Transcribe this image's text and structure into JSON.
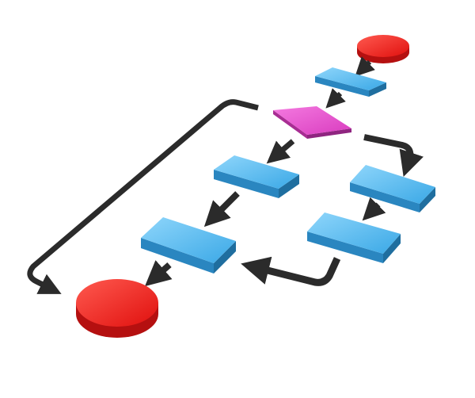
{
  "diagram": {
    "type": "flowchart",
    "colors": {
      "terminal": "#e8201e",
      "process": "#4fb7ee",
      "decision": "#e34fc9",
      "connector": "#2b2b2b"
    },
    "nodes": [
      {
        "id": "start",
        "shape": "circle"
      },
      {
        "id": "step-1",
        "shape": "rectangle"
      },
      {
        "id": "decision",
        "shape": "diamond"
      },
      {
        "id": "step-left-1",
        "shape": "rectangle"
      },
      {
        "id": "step-right-1",
        "shape": "rectangle"
      },
      {
        "id": "step-right-2",
        "shape": "rectangle"
      },
      {
        "id": "step-left-2",
        "shape": "rectangle"
      },
      {
        "id": "end",
        "shape": "circle"
      }
    ]
  }
}
